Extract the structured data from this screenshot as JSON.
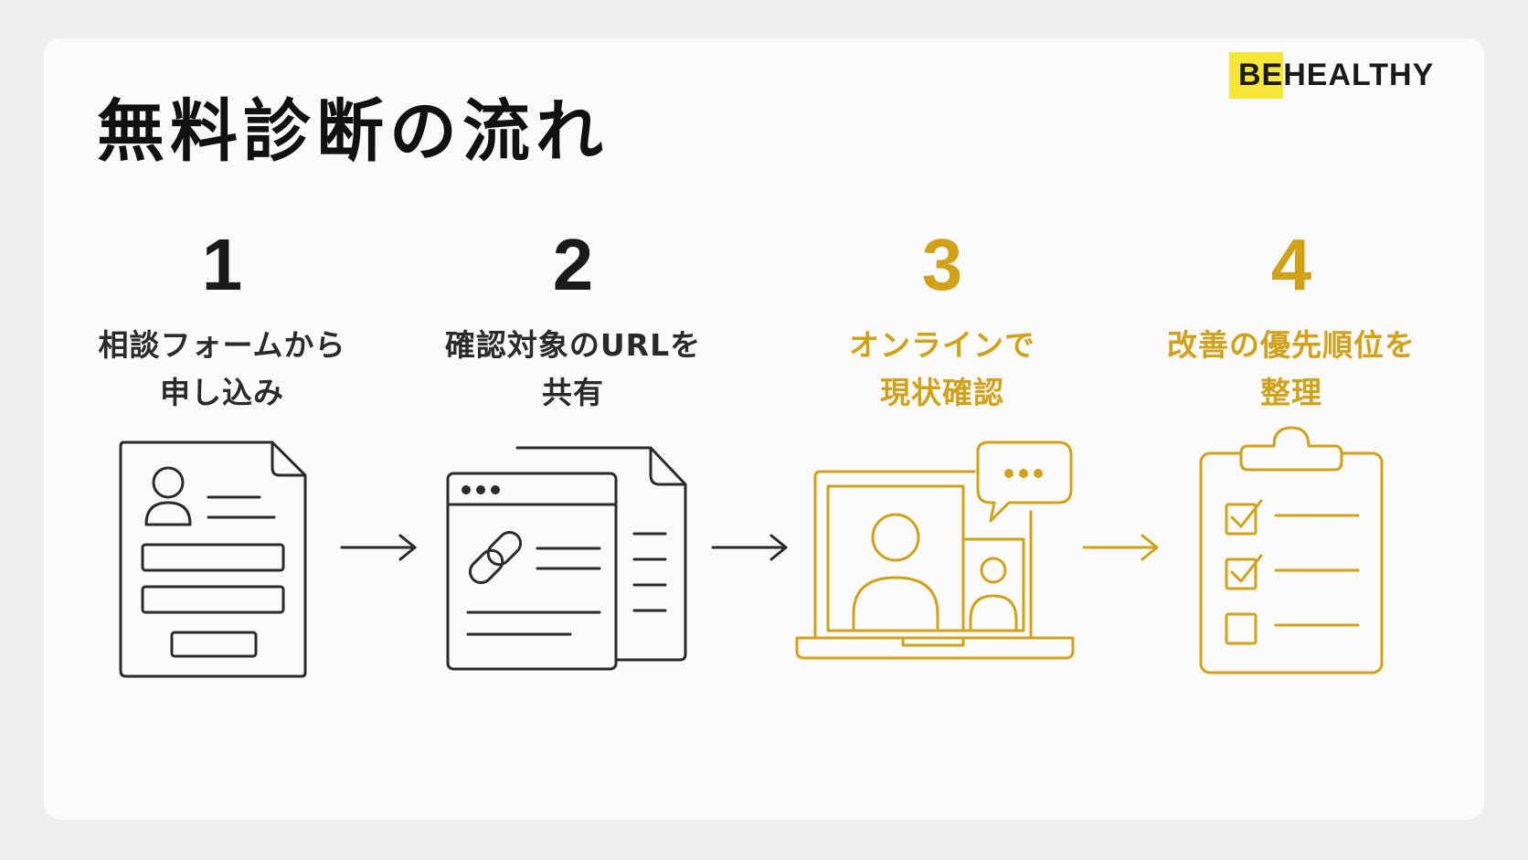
{
  "brand": {
    "logo_highlight": "BE",
    "logo_rest": "HEALTHY",
    "highlight_color": "#f7e63a"
  },
  "title": "無料診断の流れ",
  "colors": {
    "dark": "#2a2a2a",
    "accent": "#d1a11a"
  },
  "steps": [
    {
      "number": "1",
      "label": "相談フォームから\n申し込み",
      "icon": "form-document-icon",
      "accent": false
    },
    {
      "number": "2",
      "label": "確認対象のURLを\n共有",
      "icon": "url-link-document-icon",
      "accent": false
    },
    {
      "number": "3",
      "label": "オンラインで\n現状確認",
      "icon": "laptop-video-call-icon",
      "accent": true
    },
    {
      "number": "4",
      "label": "改善の優先順位を\n整理",
      "icon": "checklist-clipboard-icon",
      "accent": true
    }
  ]
}
